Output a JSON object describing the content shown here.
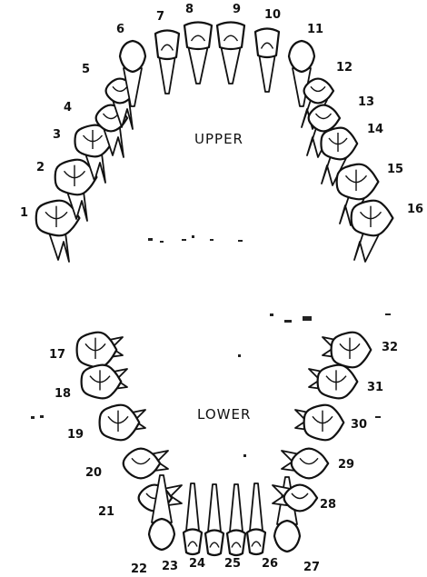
{
  "diagram": {
    "upper_label": "UPPER",
    "lower_label": "LOWER",
    "upper_teeth": [
      "1",
      "2",
      "3",
      "4",
      "5",
      "6",
      "7",
      "8",
      "9",
      "10",
      "11",
      "12",
      "13",
      "14",
      "15",
      "16"
    ],
    "lower_teeth": [
      "17",
      "18",
      "19",
      "20",
      "21",
      "22",
      "23",
      "24",
      "25",
      "26",
      "27",
      "28",
      "29",
      "30",
      "31",
      "32"
    ]
  },
  "colors": {
    "ink": "#111111",
    "paper": "#ffffff"
  }
}
